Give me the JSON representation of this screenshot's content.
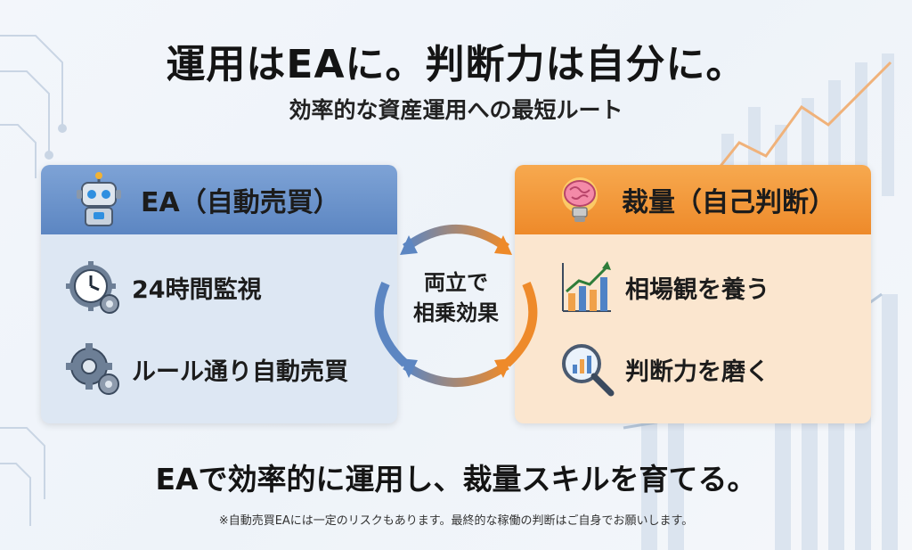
{
  "header": {
    "title": "運用はEAに。判断力は自分に。",
    "subtitle": "効率的な資産運用への最短ルート"
  },
  "left_panel": {
    "title": "EA（自動売買）",
    "icon": "robot-icon",
    "items": [
      {
        "label": "24時間監視",
        "icon": "clock-gear-icon"
      },
      {
        "label": "ルール通り自動売買",
        "icon": "gears-icon"
      }
    ]
  },
  "right_panel": {
    "title": "裁量（自己判断）",
    "icon": "brain-lightbulb-icon",
    "items": [
      {
        "label": "相場観を養う",
        "icon": "rising-chart-icon"
      },
      {
        "label": "判断力を磨く",
        "icon": "magnifier-chart-icon"
      }
    ]
  },
  "center": {
    "line1": "両立で",
    "line2": "相乗効果",
    "icon": "cycle-arrows-icon"
  },
  "bottom": {
    "tagline": "EAで効率的に運用し、裁量スキルを育てる。",
    "footnote": "※自動売買EAには一定のリスクもあります。最終的な稼働の判断はご自身でお願いします。"
  },
  "colors": {
    "blue_accent": "#5c86c2",
    "orange_accent": "#ee8a2a",
    "left_panel_bg": "#dde7f3",
    "right_panel_bg": "#fbe6cf"
  }
}
